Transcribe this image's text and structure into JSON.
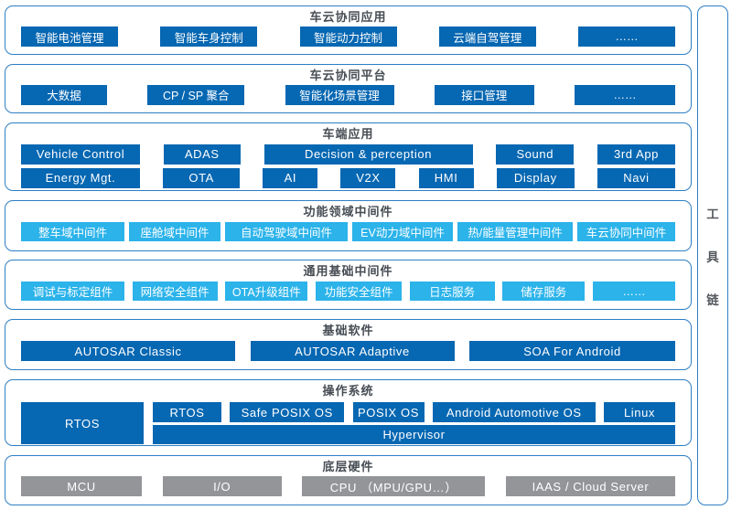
{
  "colors": {
    "primary_blue": "#0667B2",
    "cyan": "#2BB3EA",
    "gray": "#939598",
    "border_blue": "#2E7EC5"
  },
  "toolchain": {
    "char1": "工",
    "char2": "具",
    "char3": "链"
  },
  "bands": [
    {
      "title": "车云协同应用",
      "items": [
        "智能电池管理",
        "智能车身控制",
        "智能动力控制",
        "云端自驾管理",
        "……"
      ]
    },
    {
      "title": "车云协同平台",
      "items": [
        "大数据",
        "CP / SP 聚合",
        "智能化场景管理",
        "接口管理",
        "……"
      ]
    },
    {
      "title": "车端应用",
      "row1": [
        "Vehicle Control",
        "ADAS",
        "Decision & perception",
        "Sound",
        "3rd App"
      ],
      "row2": [
        "Energy Mgt.",
        "OTA",
        "AI",
        "V2X",
        "HMI",
        "Display",
        "Navi"
      ]
    },
    {
      "title": "功能领域中间件",
      "items": [
        "整车域中间件",
        "座舱域中间件",
        "自动驾驶域中间件",
        "EV动力域中间件",
        "热/能量管理中间件",
        "车云协同中间件"
      ]
    },
    {
      "title": "通用基础中间件",
      "items": [
        "调试与标定组件",
        "网络安全组件",
        "OTA升级组件",
        "功能安全组件",
        "日志服务",
        "储存服务",
        "……"
      ]
    },
    {
      "title": "基础软件",
      "items": [
        "AUTOSAR Classic",
        "AUTOSAR Adaptive",
        "SOA For Android"
      ]
    },
    {
      "title": "操作系统",
      "rtos_main": "RTOS",
      "os_row": [
        "RTOS",
        "Safe POSIX OS",
        "POSIX OS",
        "Android Automotive OS",
        "Linux"
      ],
      "hypervisor": "Hypervisor"
    },
    {
      "title": "底层硬件",
      "items": [
        "MCU",
        "I/O",
        "CPU （MPU/GPU…）",
        "IAAS / Cloud Server"
      ]
    }
  ]
}
